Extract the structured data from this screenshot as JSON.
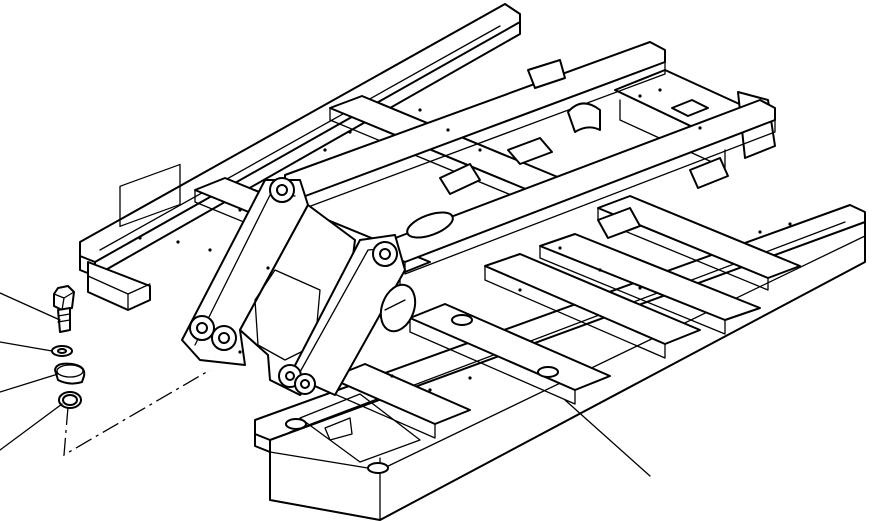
{
  "figure": {
    "background": "#ffffff",
    "line_color": "#000000",
    "callouts": [
      {
        "part": "bolt"
      },
      {
        "part": "lock-washer"
      },
      {
        "part": "cap"
      },
      {
        "part": "o-ring"
      },
      {
        "part": "frame-assembly"
      }
    ]
  }
}
